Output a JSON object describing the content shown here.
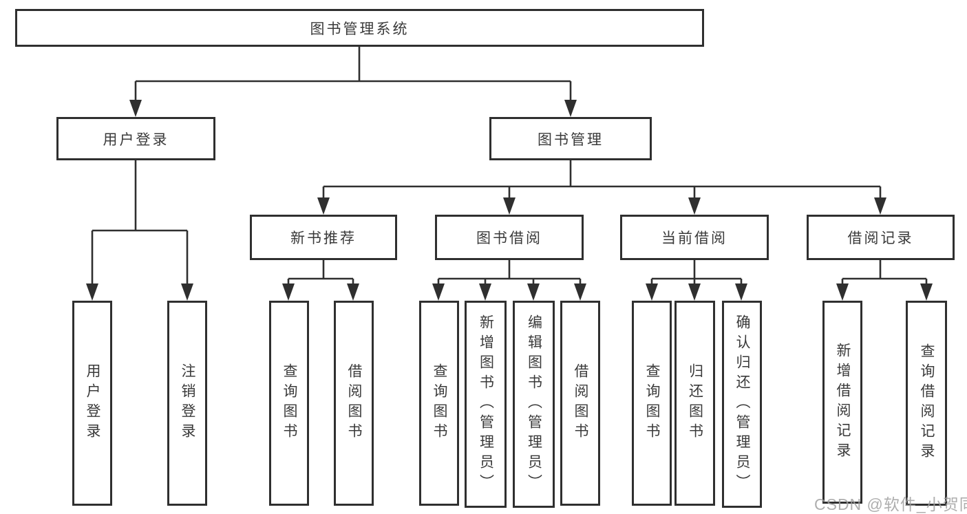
{
  "nodes": {
    "root": "图书管理系统",
    "user_login": "用户登录",
    "book_mgmt": "图书管理",
    "new_books": "新书推荐",
    "book_borrow": "图书借阅",
    "current_borrow": "当前借阅",
    "borrow_records": "借阅记录",
    "leaf_user_login": "用户登录",
    "leaf_logout": "注销登录",
    "leaf_nb_query": "查询图书",
    "leaf_nb_borrow": "借阅图书",
    "leaf_bb_query": "查询图书",
    "leaf_bb_add": "新增图书（管理员）",
    "leaf_bb_edit": "编辑图书（管理员）",
    "leaf_bb_borrow": "借阅图书",
    "leaf_cb_query": "查询图书",
    "leaf_cb_return": "归还图书",
    "leaf_cb_confirm": "确认归还（管理员）",
    "leaf_br_add": "新增借阅记录",
    "leaf_br_query": "查询借阅记录"
  },
  "watermark": "CSDN @软件_小贺同学",
  "colors": {
    "line": "#2f2f2f",
    "text": "#3a3a3a",
    "bg": "#ffffff",
    "watermark": "#a0a0a0"
  }
}
